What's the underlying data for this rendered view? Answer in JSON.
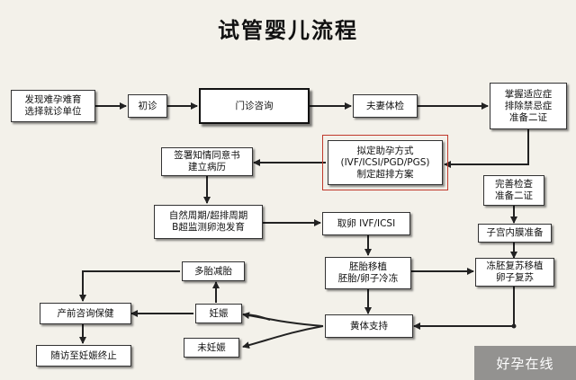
{
  "title": "试管婴儿流程",
  "nodes": {
    "discover": "发现难孕难育\n选择就诊单位",
    "first_visit": "初诊",
    "outpatient": "门诊咨询",
    "couple_exam": "夫妻体检",
    "indications": "掌握适应症\n排除禁忌症\n准备二证",
    "plan": "拟定助孕方式\n(IVF/ICSI/PGD/PGS)\n制定超排方案",
    "consent": "签署知情同意书\n建立病历",
    "cycle": "自然周期/超排周期\nB超监测卵泡发育",
    "retrieval": "取卵 IVF/ICSI",
    "complete": "完善检查\n准备二证",
    "endometrium": "子宫内膜准备",
    "transfer": "胚胎移植\n胚胎/卵子冷冻",
    "thaw": "冻胚复苏移植\n卵子复苏",
    "luteal": "黄体支持",
    "reduction": "多胎减胎",
    "pregnant": "妊娠",
    "not_pregnant": "未妊娠",
    "prenatal": "产前咨询保健",
    "followup": "随访至妊娠终止"
  },
  "watermark": "好孕在线"
}
